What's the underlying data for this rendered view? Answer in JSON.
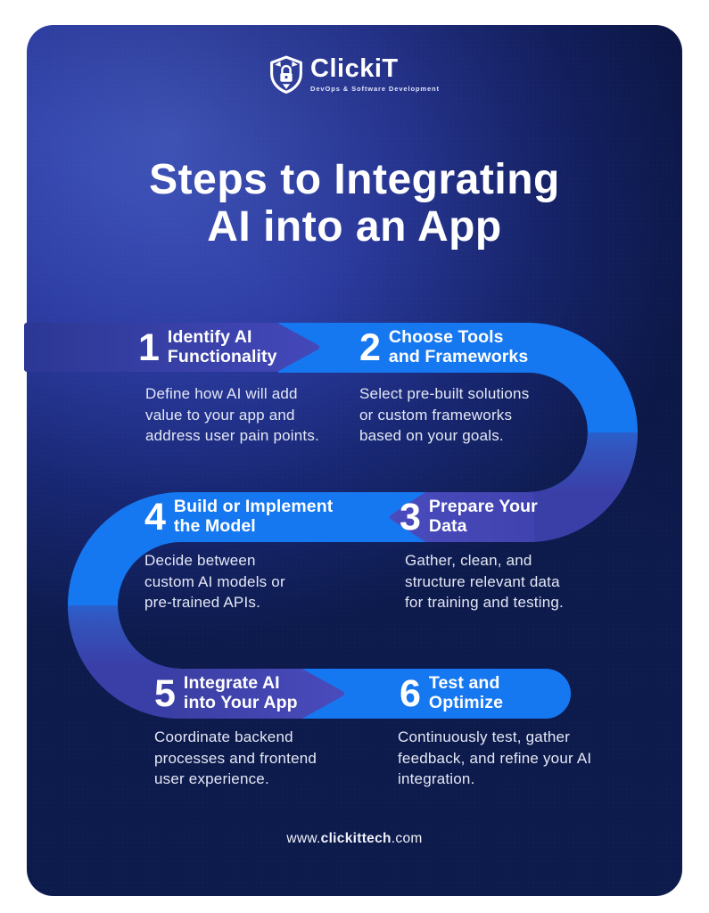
{
  "logo": {
    "name": "ClickiT",
    "tagline": "DevOps & Software Development"
  },
  "title": "Steps to Integrating\nAI into an App",
  "steps": [
    {
      "number": "1",
      "title": "Identify AI\nFunctionality",
      "description": "Define how AI will add\nvalue to your app and\naddress user pain points."
    },
    {
      "number": "2",
      "title": "Choose Tools\nand Frameworks",
      "description": "Select pre-built solutions\nor custom frameworks\nbased on your goals."
    },
    {
      "number": "3",
      "title": "Prepare Your\nData",
      "description": "Gather, clean, and\nstructure relevant data\nfor training and testing."
    },
    {
      "number": "4",
      "title": "Build or Implement\nthe Model",
      "description": "Decide between\ncustom AI models or\npre-trained APIs."
    },
    {
      "number": "5",
      "title": "Integrate AI\ninto Your App",
      "description": "Coordinate backend\nprocesses and frontend\nuser experience."
    },
    {
      "number": "6",
      "title": "Test and\nOptimize",
      "description": "Continuously test, gather\nfeedback, and refine your AI\nintegration."
    }
  ],
  "footer": {
    "url_prefix": "www.",
    "url_bold": "clickittech",
    "url_suffix": ".com"
  },
  "colors": {
    "pipe_blue": "#1678f0",
    "band_indigo": "#3a3fa8",
    "background_navy": "#0d1a4c",
    "card_glow_blue": "#4257bd",
    "text_light": "#e4e8f5"
  }
}
